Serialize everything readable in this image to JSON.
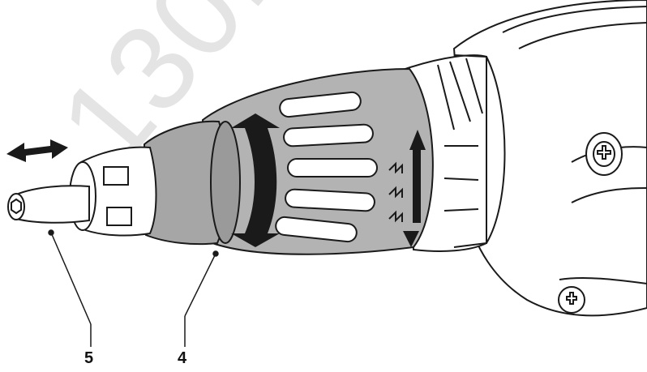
{
  "watermark": "130.",
  "callouts": {
    "bit_holder": "5",
    "depth_collar": "4"
  },
  "colors": {
    "outline": "#1a1a1a",
    "collar_gray": "#b3b3b3",
    "sleeve_gray": "#a6a6a6",
    "body_fill": "#ffffff",
    "watermark": "#e4e4e4"
  }
}
